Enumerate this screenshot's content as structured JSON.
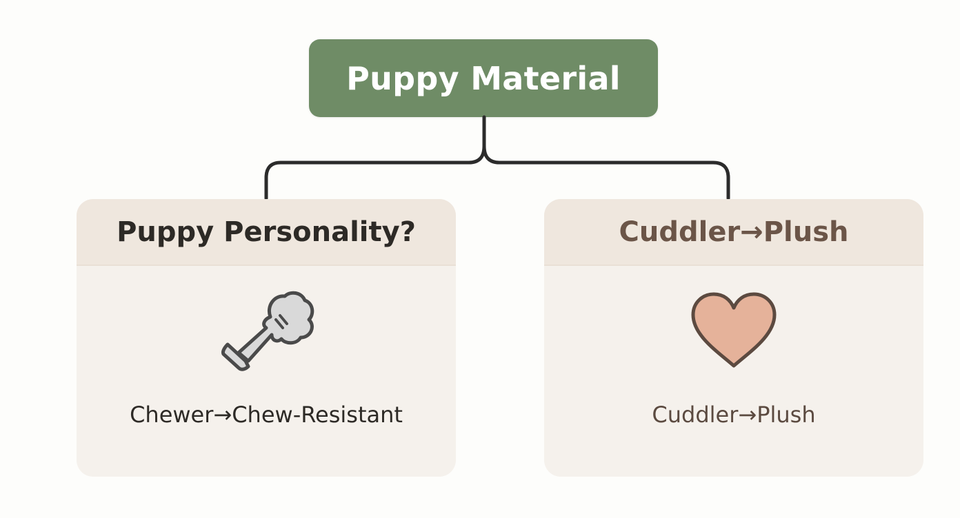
{
  "root": {
    "title": "Puppy Material"
  },
  "branches": [
    {
      "heading": "Puppy Personality?",
      "icon": "chew-toy-bone-icon",
      "caption": "Chewer→Chew-Resistant"
    },
    {
      "heading": "Cuddler→Plush",
      "icon": "heart-icon",
      "caption": "Cuddler→Plush"
    }
  ],
  "colors": {
    "root_fill": "#6f8c66",
    "card_fill": "#f5f1ec",
    "card_header_fill": "#efe7de",
    "connector": "#2b2b2b",
    "heart_fill": "#e5b29a",
    "heart_stroke": "#5c4a40",
    "bone_fill": "#d9d9d9",
    "bone_stroke": "#4a4a4a"
  }
}
